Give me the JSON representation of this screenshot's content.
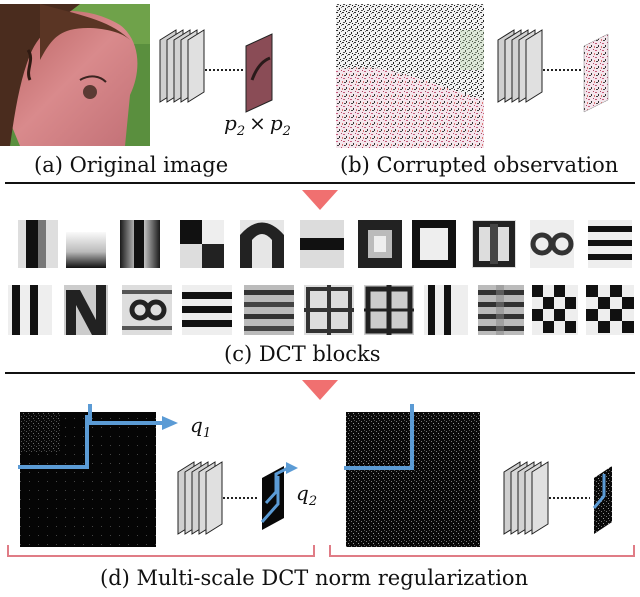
{
  "captions": {
    "a": "(a) Original image",
    "b": "(b)  Corrupted observation",
    "c": "(c) DCT blocks",
    "d": "(d) Multi-scale DCT norm regularization"
  },
  "math": {
    "patch_p": "p",
    "patch_sub": "2",
    "times": "×",
    "q1_base": "q",
    "q1_sub": "1",
    "q2_base": "q",
    "q2_sub": "2"
  },
  "colors": {
    "arrow_down": "#f07070",
    "blue_line": "#5b9bd5",
    "bracket": "#e07c86",
    "separator": "#111111"
  },
  "dct_blocks": {
    "row1": [
      "vbar-left",
      "hbar-bottom",
      "vbar-center",
      "quad-check",
      "arch",
      "hbar-center",
      "ring-v",
      "ring",
      "m-shape",
      "check-2x2",
      "hbars-3"
    ],
    "row2": [
      "vbars-2",
      "n-shape",
      "ring-small",
      "hbars-4",
      "hbars-grey",
      "lattice",
      "lattice-2",
      "vbars-sparse",
      "hbars-fine",
      "check-3x3",
      "check-4x4"
    ]
  }
}
